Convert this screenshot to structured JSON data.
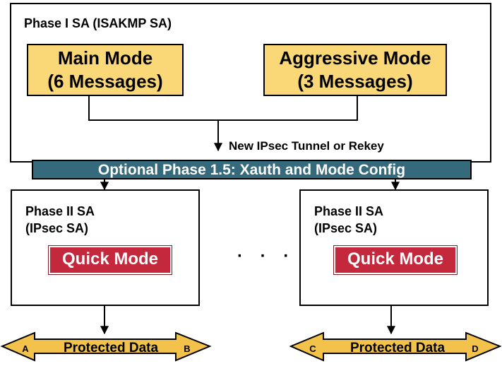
{
  "phase1": {
    "title": "Phase I SA (ISAKMP SA)",
    "main_mode": {
      "line1": "Main Mode",
      "line2": "(6 Messages)"
    },
    "aggressive_mode": {
      "line1": "Aggressive Mode",
      "line2": "(3 Messages)"
    }
  },
  "tunnel_label": "New IPsec Tunnel or Rekey",
  "phase15_label": "Optional Phase 1.5: Xauth and Mode Config",
  "phase2_left": {
    "title": "Phase II SA\n(IPsec SA)",
    "quick_mode": "Quick Mode"
  },
  "phase2_right": {
    "title": "Phase II SA\n(IPsec SA)",
    "quick_mode": "Quick Mode"
  },
  "ellipsis": "· · ·",
  "data_left": {
    "label": "Protected Data",
    "start": "A",
    "end": "B"
  },
  "data_right": {
    "label": "Protected Data",
    "start": "C",
    "end": "D"
  },
  "colors": {
    "mode_fill": "#fbd877",
    "band_fill": "#356a7c",
    "quick_fill": "#c4283c",
    "data_arrow_fill": "#f2c24a"
  }
}
